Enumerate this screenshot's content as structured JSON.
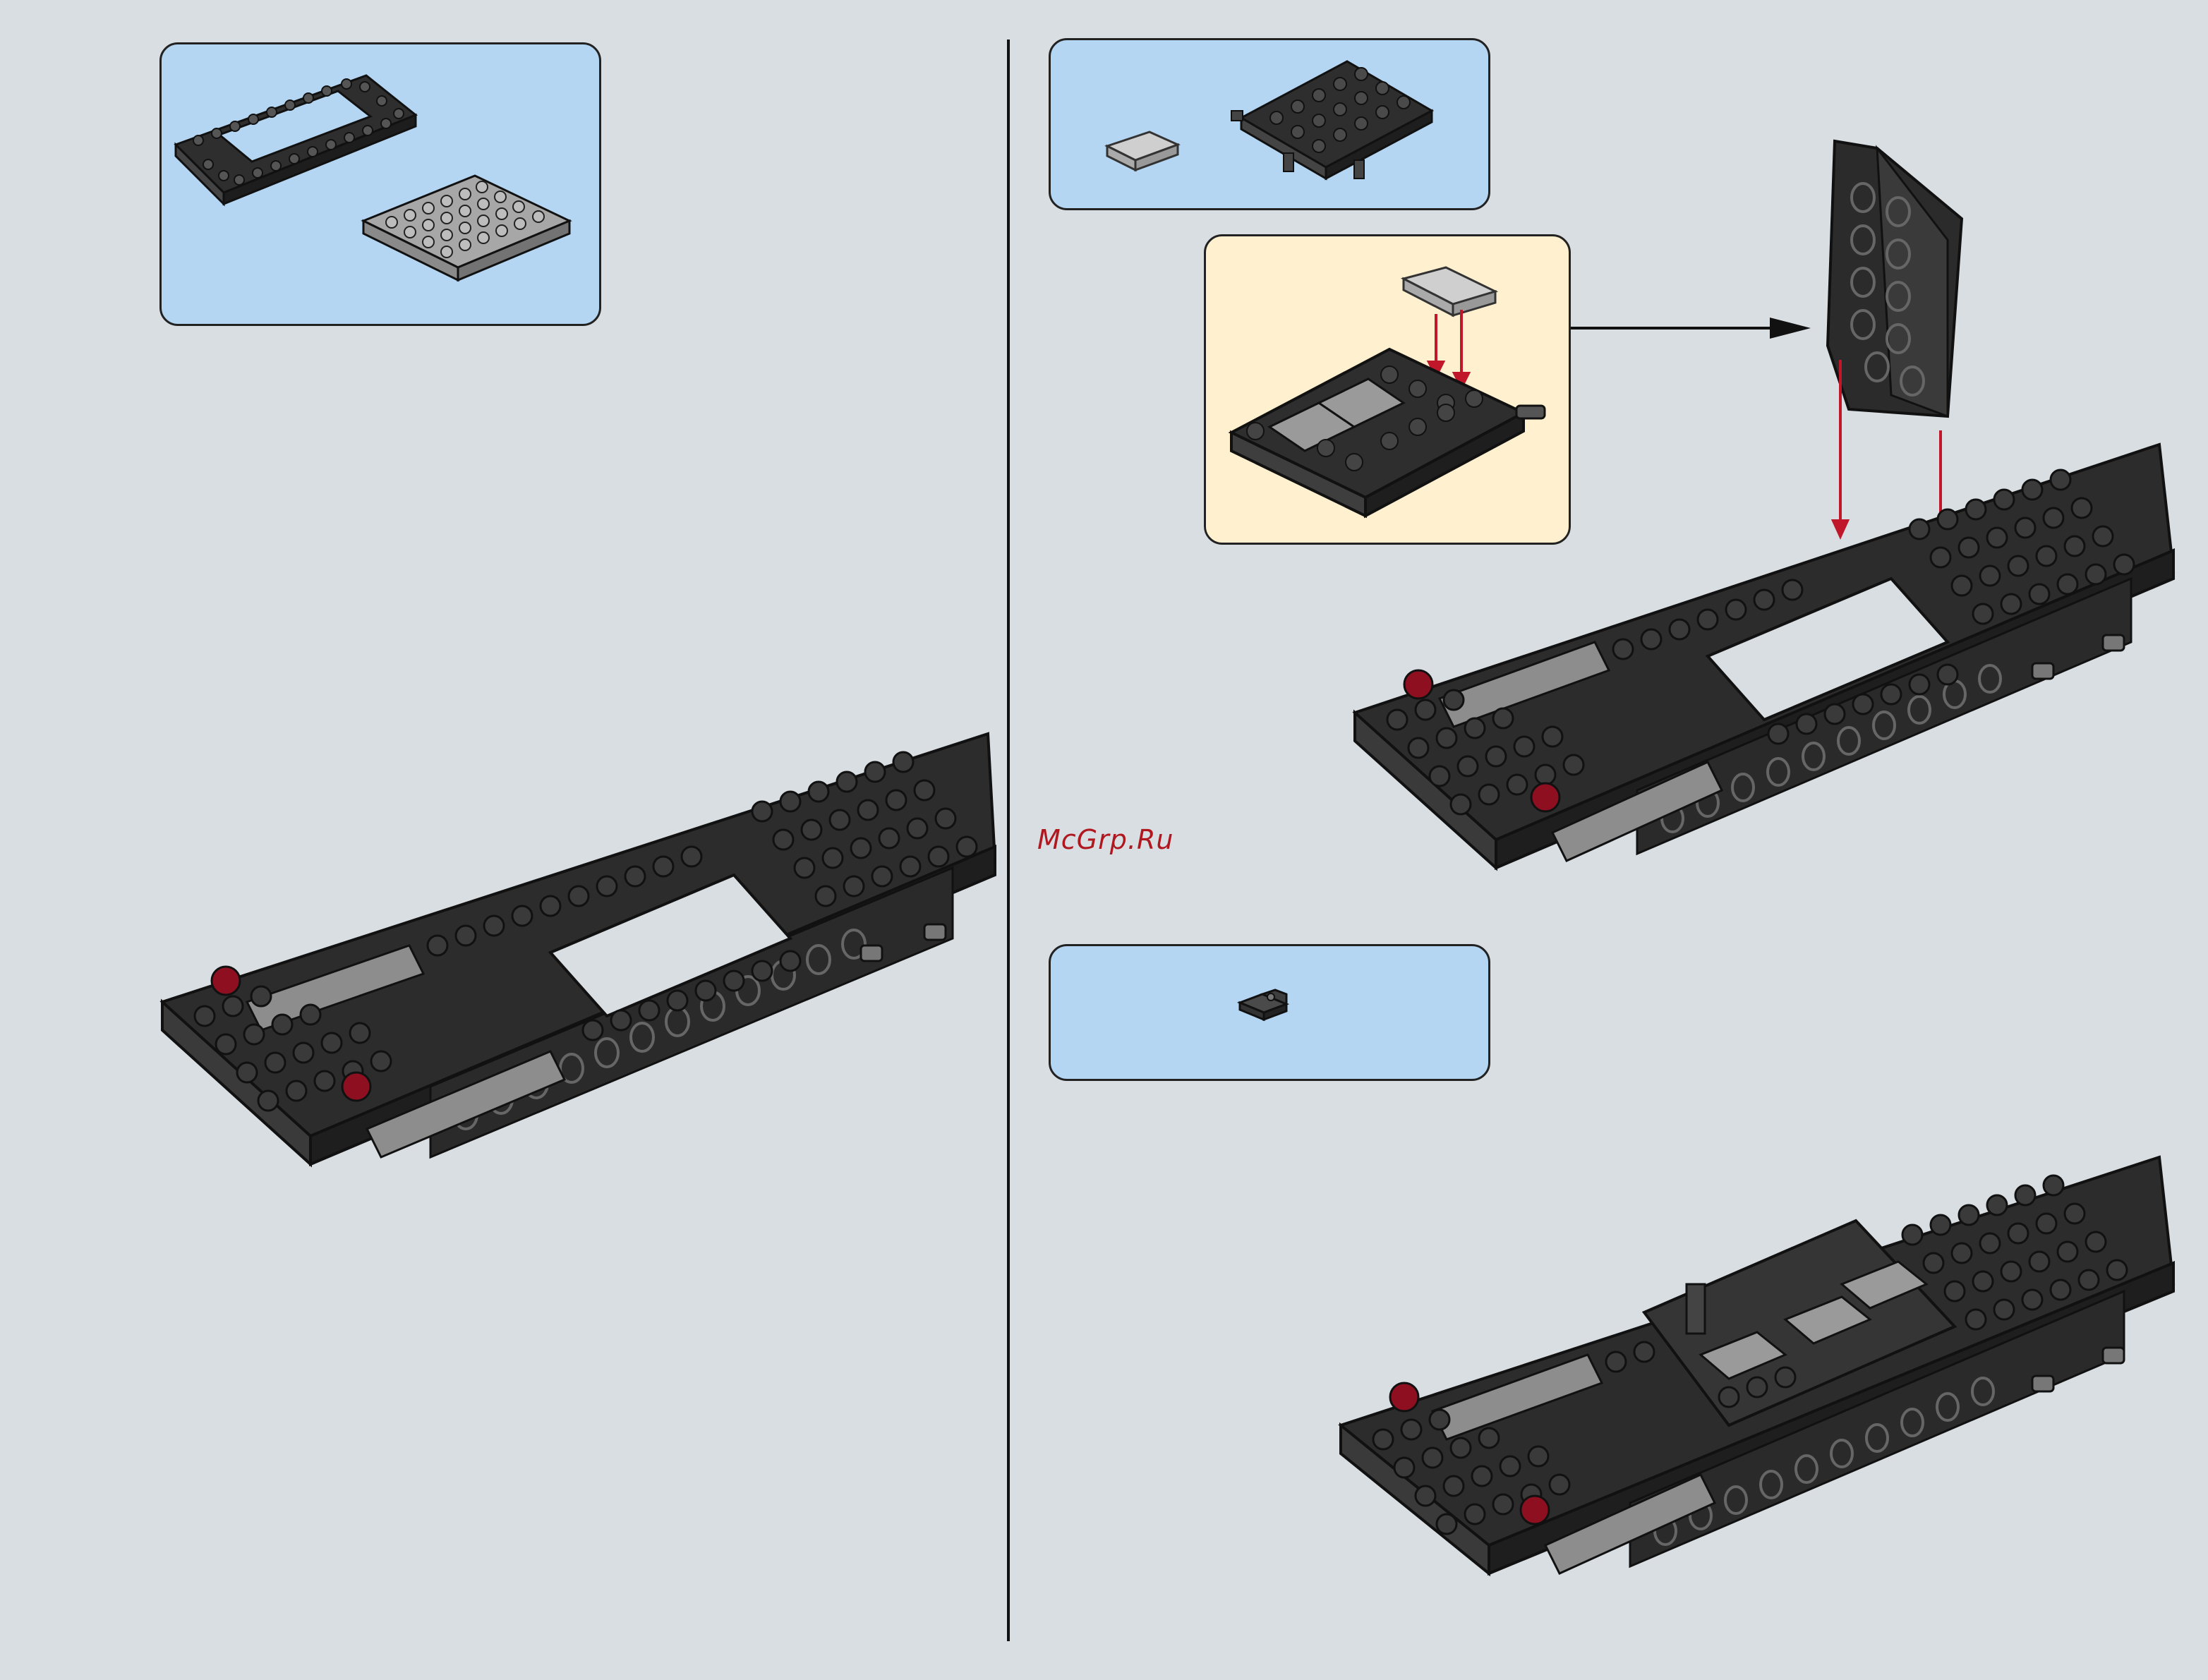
{
  "page": {
    "watermark": "McGrp.Ru",
    "colors": {
      "background": "#d9dee2",
      "parts_box": "#b5d6f2",
      "sub_assembly_box": "#fff1cf",
      "brick_dark": "#2b2b2b",
      "brick_light": "#9a9a9a",
      "accent_red": "#c0182a"
    }
  },
  "steps": [
    {
      "id": "step-left",
      "parts": [
        "frame-plate-icon",
        "plate-4x6-icon"
      ],
      "result": "chassis-assembly-icon"
    },
    {
      "id": "step-right-top",
      "parts": [
        "tile-1x2-grille-icon",
        "plate-with-pins-icon"
      ],
      "sub_assembly": "plate-with-grille-tiles-icon",
      "result": "chassis-with-hinged-plate-icon"
    },
    {
      "id": "step-right-bottom",
      "parts": [
        "bracket-piece-icon"
      ],
      "result": "chassis-completed-icon"
    }
  ]
}
